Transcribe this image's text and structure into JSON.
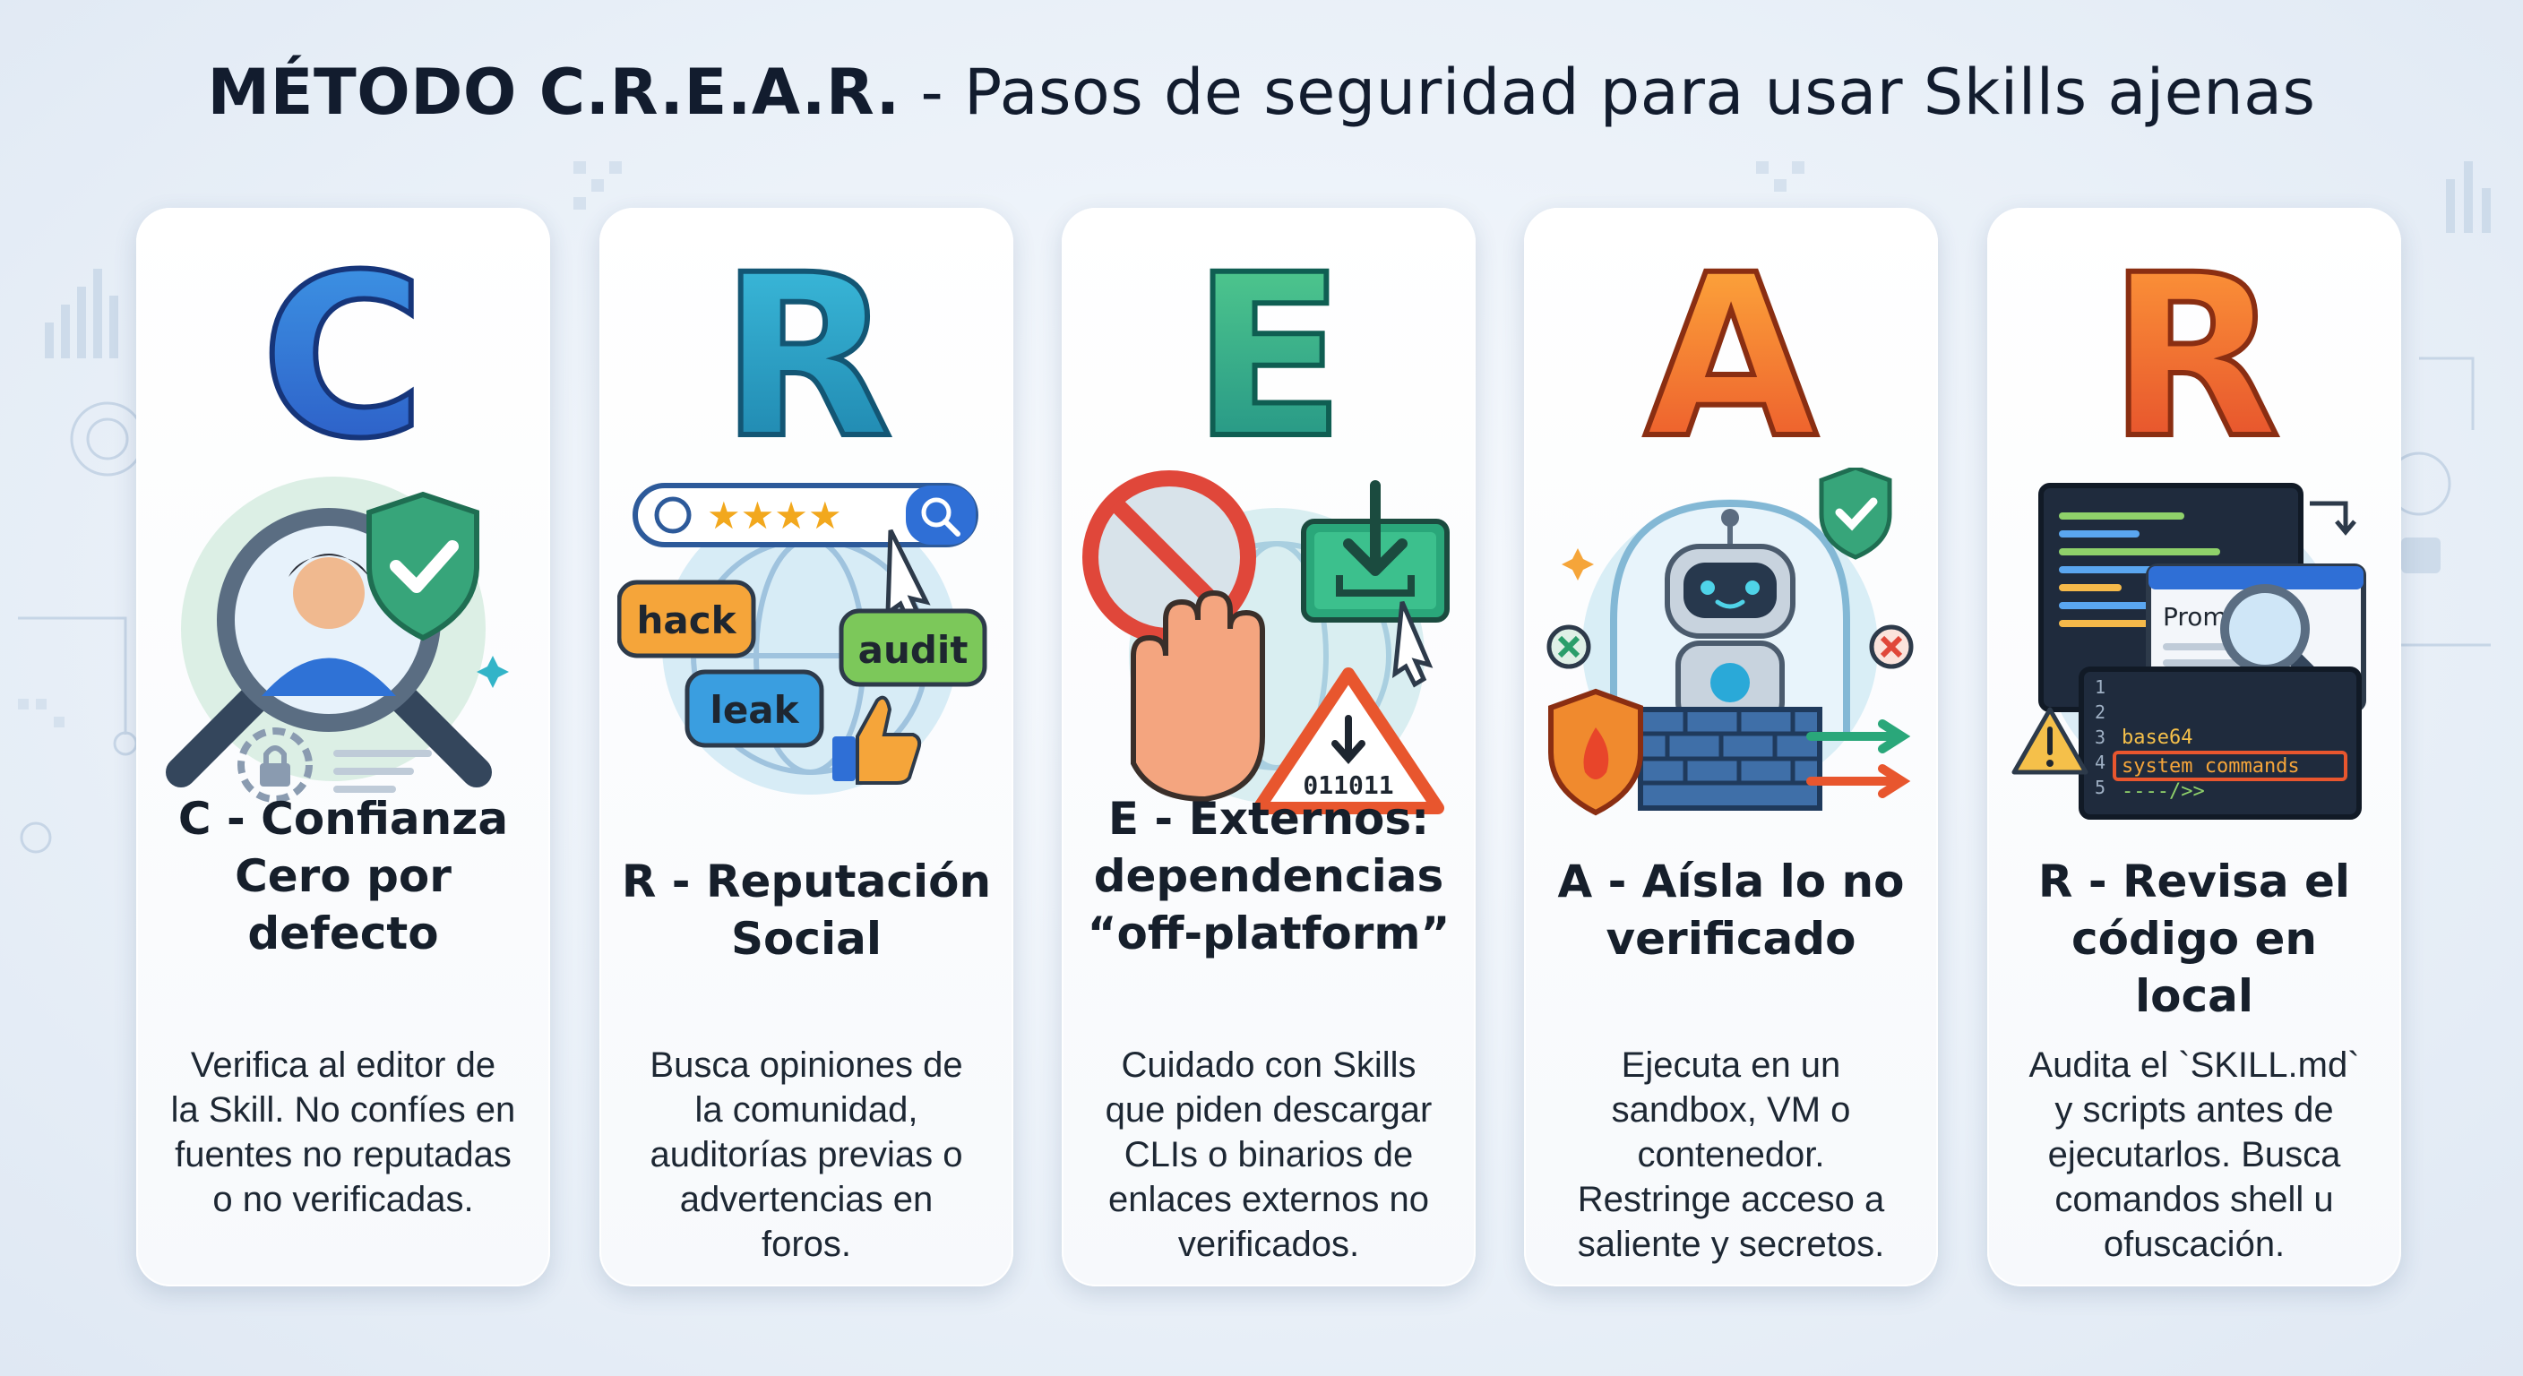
{
  "title": {
    "prefix": "MÉTODO C.R.E.A.R.",
    "rest": " - Pasos de seguridad para usar Skills ajenas"
  },
  "colors": {
    "c": "#2f6fd6",
    "r1": "#1f9bbb",
    "e": "#27a877",
    "a": "#f07a2c",
    "r2": "#ee6a2a"
  },
  "steps": [
    {
      "letter": "C",
      "title": [
        "C - Confianza",
        "Cero por",
        "defecto"
      ],
      "description": [
        "Verifica al editor de",
        "la Skill. No confíes en",
        "fuentes no reputadas",
        "o no verificadas."
      ],
      "icons": [
        "magnifier-user-icon",
        "shield-check-icon",
        "lock-gear-icon"
      ]
    },
    {
      "letter": "R",
      "title": [
        "R - Reputación",
        "Social"
      ],
      "description": [
        "Busca opiniones de",
        "la comunidad,",
        "auditorías previas o",
        "advertencias en",
        "foros."
      ],
      "search_stars": "★★★★",
      "bubbles": [
        "hack",
        "audit",
        "leak"
      ],
      "icons": [
        "globe-icon",
        "search-icon",
        "cursor-icon",
        "thumbs-up-icon"
      ]
    },
    {
      "letter": "E",
      "title": [
        "E - Externos:",
        "dependencias",
        "“off-platform”"
      ],
      "description": [
        "Cuidado con Skills",
        "que piden descargar",
        "CLIs o binarios de",
        "enlaces externos no",
        "verificados."
      ],
      "binary_text": "011011",
      "icons": [
        "prohibited-icon",
        "stop-hand-icon",
        "download-icon",
        "warning-icon"
      ]
    },
    {
      "letter": "A",
      "title": [
        "A - Aísla lo no",
        "verificado"
      ],
      "description": [
        "Ejecuta en un",
        "sandbox, VM o",
        "contenedor.",
        "Restringe acceso a",
        "saliente y secretos."
      ],
      "icons": [
        "robot-icon",
        "firewall-icon",
        "fire-shield-icon",
        "shield-check-icon"
      ]
    },
    {
      "letter": "R",
      "title": [
        "R - Revisa el",
        "código en local"
      ],
      "description": [
        "Audita el `SKILL.md`",
        "y scripts antes de",
        "ejecutarlos. Busca",
        "comandos shell u",
        "ofuscación."
      ],
      "window_label": "Prompt",
      "code_lines": [
        "base64",
        "system commands",
        "----/>>"
      ],
      "line_numbers": [
        "1",
        "2",
        "3",
        "4",
        "5"
      ],
      "icons": [
        "code-window-icon",
        "magnifier-icon",
        "warning-icon",
        "swap-icon"
      ]
    }
  ]
}
